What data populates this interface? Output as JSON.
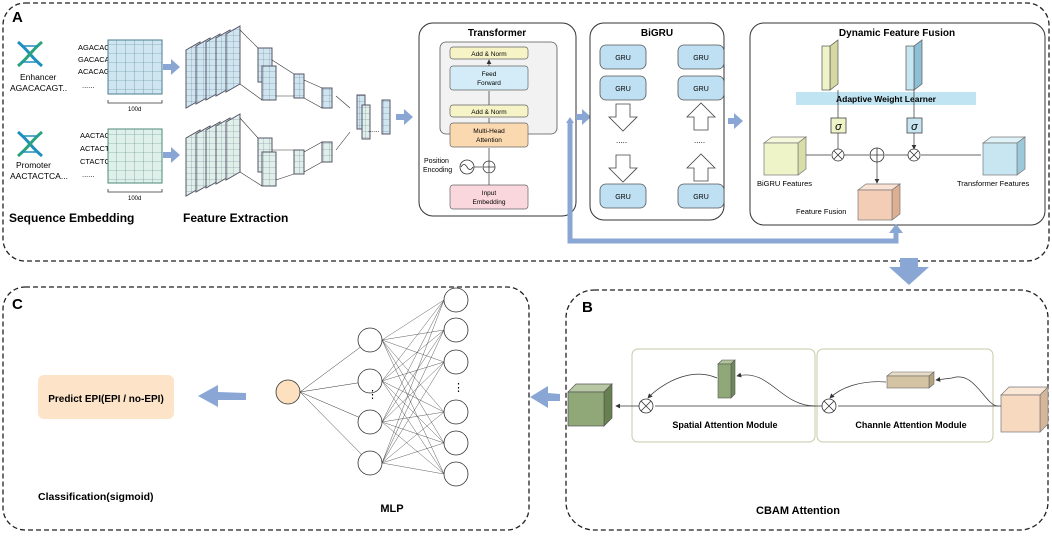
{
  "panelA": {
    "letter": "A",
    "sequence_embedding": {
      "enhancer": {
        "label": "Enhancer",
        "sequence": "AGACACAGT..",
        "kmers": [
          "AGACAC",
          "GACACA",
          "ACACAG",
          "......"
        ],
        "dim": "100d"
      },
      "promoter": {
        "label": "Promoter",
        "sequence": "AACTACTCA...",
        "kmers": [
          "AACTAC",
          "ACTACT",
          "CTACTC",
          "......"
        ],
        "dim": "100d"
      },
      "caption": "Sequence Embedding"
    },
    "feature_extraction": {
      "caption": "Feature Extraction",
      "ellipsis": "......"
    },
    "transformer": {
      "title": "Transformer",
      "add_norm_top": "Add & Norm",
      "feed_forward": [
        "Feed",
        "Forward"
      ],
      "add_norm_bottom": "Add & Norm",
      "multi_head": [
        "Multi-Head",
        "Attention"
      ],
      "position_encoding": [
        "Position",
        "Encoding"
      ],
      "input_embedding": [
        "Input",
        "Embedding"
      ]
    },
    "bigru": {
      "title": "BiGRU",
      "cell": "GRU",
      "dots": "....."
    },
    "fusion": {
      "title": "Dynamic Feature Fusion",
      "weight_learner": "Adaptive Weight Learner",
      "sigma": "σ",
      "bigru_features": "BiGRU Features",
      "transformer_features": "Transformer Features",
      "feature_fusion": "Feature Fusion"
    }
  },
  "panelB": {
    "letter": "B",
    "spatial": "Spatial Attention Module",
    "channel": "Channle Attention Module",
    "caption": "CBAM Attention"
  },
  "panelC": {
    "letter": "C",
    "predict": "Predict EPI(EPI / no-EPI)",
    "classification": "Classification(sigmoid)",
    "mlp": "MLP",
    "dots": "⋮"
  },
  "colors": {
    "arrow": "#8aa6d4",
    "grid_blue": "#cfe6f0",
    "grid_green": "#dff0ea",
    "add_norm": "#f6f4c6",
    "feed_forward": "#d4ecf8",
    "multi_head": "#fbd9b0",
    "input_embed": "#f9d7dc",
    "gru": "#bfe0f2",
    "weight_bar": "#c0e4f2",
    "bigru_cube": "#eef3c8",
    "trans_cube": "#c7e6f1",
    "fusion_cube": "#f3cdb5",
    "cbam_green": "#90a878",
    "cbam_tan": "#d5c4a4",
    "cbam_peach": "#f6d9bf",
    "predict_bg": "#fde4c8",
    "mlp_node": "#fde0c0"
  }
}
